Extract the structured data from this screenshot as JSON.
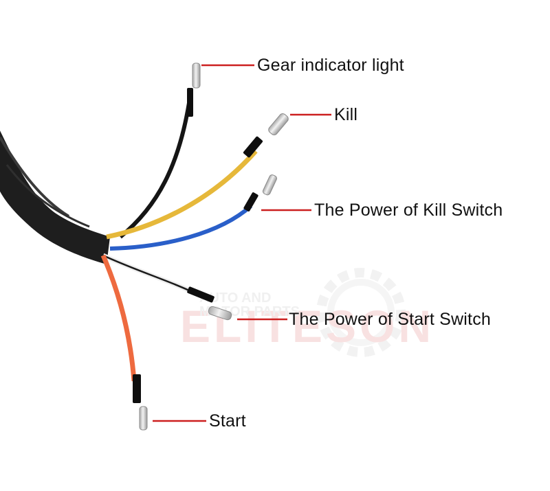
{
  "labels": {
    "gear": "Gear indicator light",
    "kill": "Kill",
    "kill_power": "The Power of Kill Switch",
    "start_power": "The Power of Start Switch",
    "start": "Start"
  },
  "watermark": {
    "brand": "ELITESON",
    "tagline_line1": "AUTO AND",
    "tagline_line2": "MOTOR PARTS"
  },
  "colors": {
    "leader_line": "#cc1f1f",
    "wire_black": "#151515",
    "wire_yellow": "#e6b83a",
    "wire_blue": "#2a5fc9",
    "wire_orange": "#ee6a3f",
    "wire_white_black": "#1a1a1a",
    "sheath": "#1e1e1e",
    "connector": "#d9d9d9",
    "watermark": "#f2c8c8"
  },
  "icons": {
    "bullet_connector": "bullet-connector-icon",
    "watermark_gear": "gear-icon"
  }
}
